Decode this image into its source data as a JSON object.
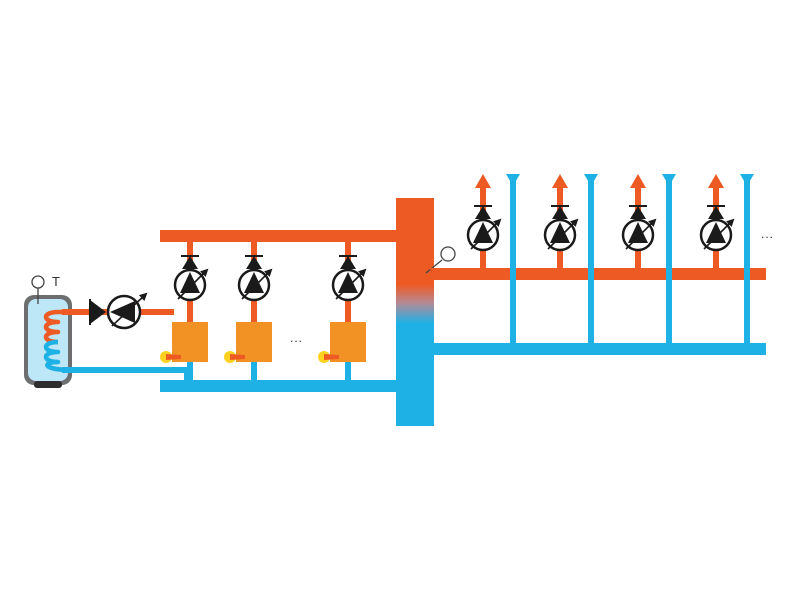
{
  "labels": {
    "tank_sensor": "T",
    "boilers_more": "...",
    "circuits_more": "..."
  },
  "colors": {
    "hot": "#ee5a24",
    "cold": "#1eb1e6",
    "boiler": "#f39224",
    "flame": "#ffd21f",
    "pump": "#1a1a1a",
    "tank_shell": "#6d6e70",
    "tank_water": "#bde6f7"
  },
  "components": {
    "tank": "hot-water-storage-tank",
    "boilers": [
      "boiler-1",
      "boiler-2",
      "boiler-3"
    ],
    "heating_circuits": [
      "circuit-1",
      "circuit-2",
      "circuit-3",
      "circuit-4"
    ],
    "header": "hydraulic-separator"
  }
}
